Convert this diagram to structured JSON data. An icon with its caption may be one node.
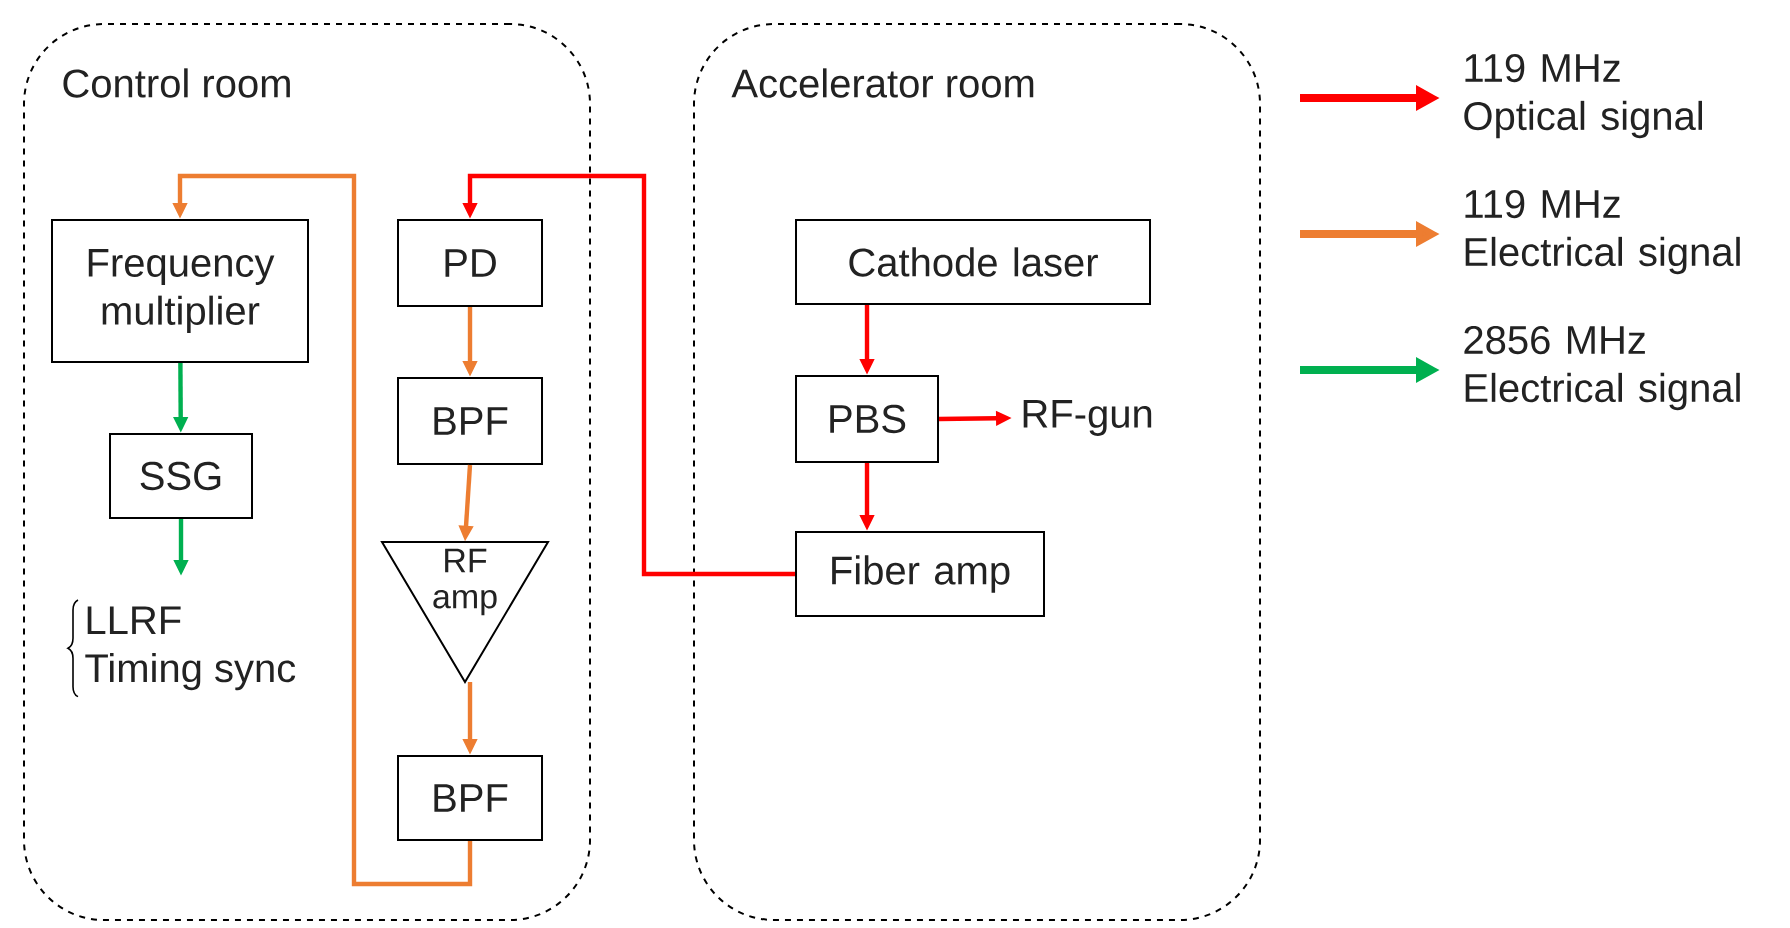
{
  "diagram": {
    "nodes": [
      {
        "text": [
          "Control room"
        ]
      },
      {
        "text": [
          "Accelerator room"
        ]
      },
      {
        "text": [
          "Frequency multiplier"
        ],
        "in": 0
      },
      {
        "text": [
          "SSG"
        ],
        "in": 0
      },
      {
        "text": [
          "LLRF",
          "Timing sync"
        ],
        "in": 0
      },
      {
        "text": [
          "PD"
        ],
        "in": 0
      },
      {
        "text": [
          "BPF"
        ],
        "in": 0
      },
      {
        "text": [
          "RF amp"
        ],
        "in": 0
      },
      {
        "text": [
          "BPF"
        ],
        "in": 0
      },
      {
        "text": [
          "Cathode laser"
        ],
        "in": 1
      },
      {
        "text": [
          "PBS"
        ],
        "in": 1
      },
      {
        "text": [
          "RF-gun"
        ],
        "in": 1
      },
      {
        "text": [
          "Fiber amp"
        ],
        "in": 1
      }
    ],
    "edges": [
      {
        "from": 2,
        "to": 3,
        "arrow": "to",
        "color": "#00b050"
      },
      {
        "from": 3,
        "to": 4,
        "arrow": "to",
        "color": "#00b050"
      },
      {
        "from": 5,
        "to": 6,
        "arrow": "to",
        "color": "#ed7d31"
      },
      {
        "from": 6,
        "to": 7,
        "arrow": "to",
        "color": "#ed7d31"
      },
      {
        "from": 7,
        "to": 8,
        "arrow": "to",
        "color": "#ed7d31"
      },
      {
        "from": 8,
        "to": 2,
        "arrow": "to",
        "color": "#ed7d31"
      },
      {
        "from": 12,
        "to": 5,
        "arrow": "to",
        "color": "#ff0000"
      },
      {
        "from": 9,
        "to": 10,
        "arrow": "to",
        "color": "#ff0000"
      },
      {
        "from": 10,
        "to": 11,
        "arrow": "to",
        "color": "#ff0000"
      },
      {
        "from": 10,
        "to": 12,
        "arrow": "to",
        "color": "#ff0000"
      }
    ],
    "legend": [
      {
        "text": "119 MHz Optical signal",
        "color": "#ff0000"
      },
      {
        "text": "119 MHz Electrical signal",
        "color": "#ed7d31"
      },
      {
        "text": "2856 MHz Electrical signal",
        "color": "#00b050"
      }
    ]
  }
}
